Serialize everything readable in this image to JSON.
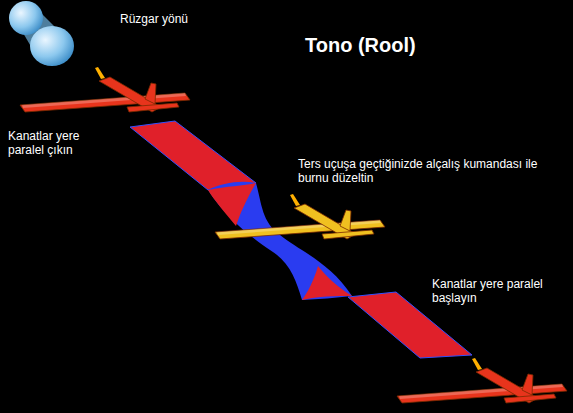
{
  "diagram": {
    "title": "Tono (Rool)",
    "labels": [
      "Rüzgar yönü",
      "Kanatlar yere paralel çıkın",
      "Ters uçuşa geçtiğinizde alçalış kumandası ile burnu düzeltin",
      "Kanatlar yere paralel başlayın"
    ]
  }
}
